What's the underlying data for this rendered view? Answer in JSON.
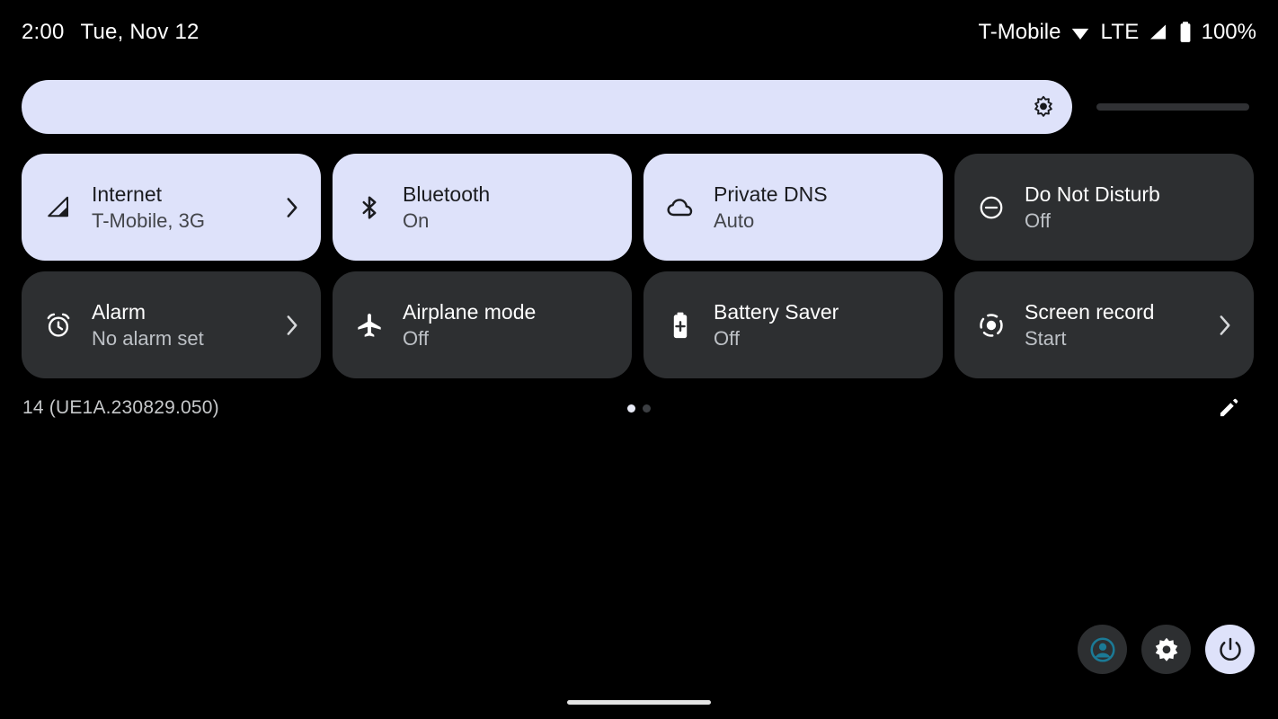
{
  "status_bar": {
    "clock": "2:00",
    "date": "Tue, Nov 12",
    "carrier": "T-Mobile",
    "network_type": "LTE",
    "battery_percent": "100%",
    "icons": [
      "wifi-icon",
      "signal-bars-icon",
      "battery-icon"
    ]
  },
  "brightness": {
    "label": "Brightness",
    "icon": "brightness-icon",
    "value_percent": 85
  },
  "tiles": [
    {
      "name": "internet",
      "title": "Internet",
      "subtitle": "T-Mobile, 3G",
      "icon": "signal-bars-icon",
      "active": true,
      "chevron": true
    },
    {
      "name": "bluetooth",
      "title": "Bluetooth",
      "subtitle": "On",
      "icon": "bluetooth-icon",
      "active": true,
      "chevron": false
    },
    {
      "name": "private-dns",
      "title": "Private DNS",
      "subtitle": "Auto",
      "icon": "cloud-icon",
      "active": true,
      "chevron": false
    },
    {
      "name": "do-not-disturb",
      "title": "Do Not Disturb",
      "subtitle": "Off",
      "icon": "minus-circle-icon",
      "active": false,
      "chevron": false
    },
    {
      "name": "alarm",
      "title": "Alarm",
      "subtitle": "No alarm set",
      "icon": "alarm-clock-icon",
      "active": false,
      "chevron": true
    },
    {
      "name": "airplane-mode",
      "title": "Airplane mode",
      "subtitle": "Off",
      "icon": "airplane-icon",
      "active": false,
      "chevron": false
    },
    {
      "name": "battery-saver",
      "title": "Battery Saver",
      "subtitle": "Off",
      "icon": "battery-plus-icon",
      "active": false,
      "chevron": false
    },
    {
      "name": "screen-record",
      "title": "Screen record",
      "subtitle": "Start",
      "icon": "record-circle-icon",
      "active": false,
      "chevron": true
    }
  ],
  "footer_meta": {
    "build_version": "14 (UE1A.230829.050)",
    "page_dots": {
      "count": 2,
      "active_index": 0
    },
    "edit_icon": "pencil-icon"
  },
  "bottom_actions": [
    {
      "name": "user-switcher",
      "icon": "account-circle-icon",
      "label": "User"
    },
    {
      "name": "settings",
      "icon": "gear-icon",
      "label": "Settings"
    },
    {
      "name": "power",
      "icon": "power-icon",
      "label": "Power"
    }
  ],
  "nav_bar": {
    "home_pill": "home-gesture-pill"
  },
  "colors": {
    "background": "#000000",
    "tile_inactive": "#2d2f31",
    "tile_active": "#dee2fa",
    "accent_lavender": "#dee2fa",
    "user_icon_teal": "#1b7a96",
    "text_primary": "#ffffff",
    "text_secondary": "#bdc1c6"
  }
}
